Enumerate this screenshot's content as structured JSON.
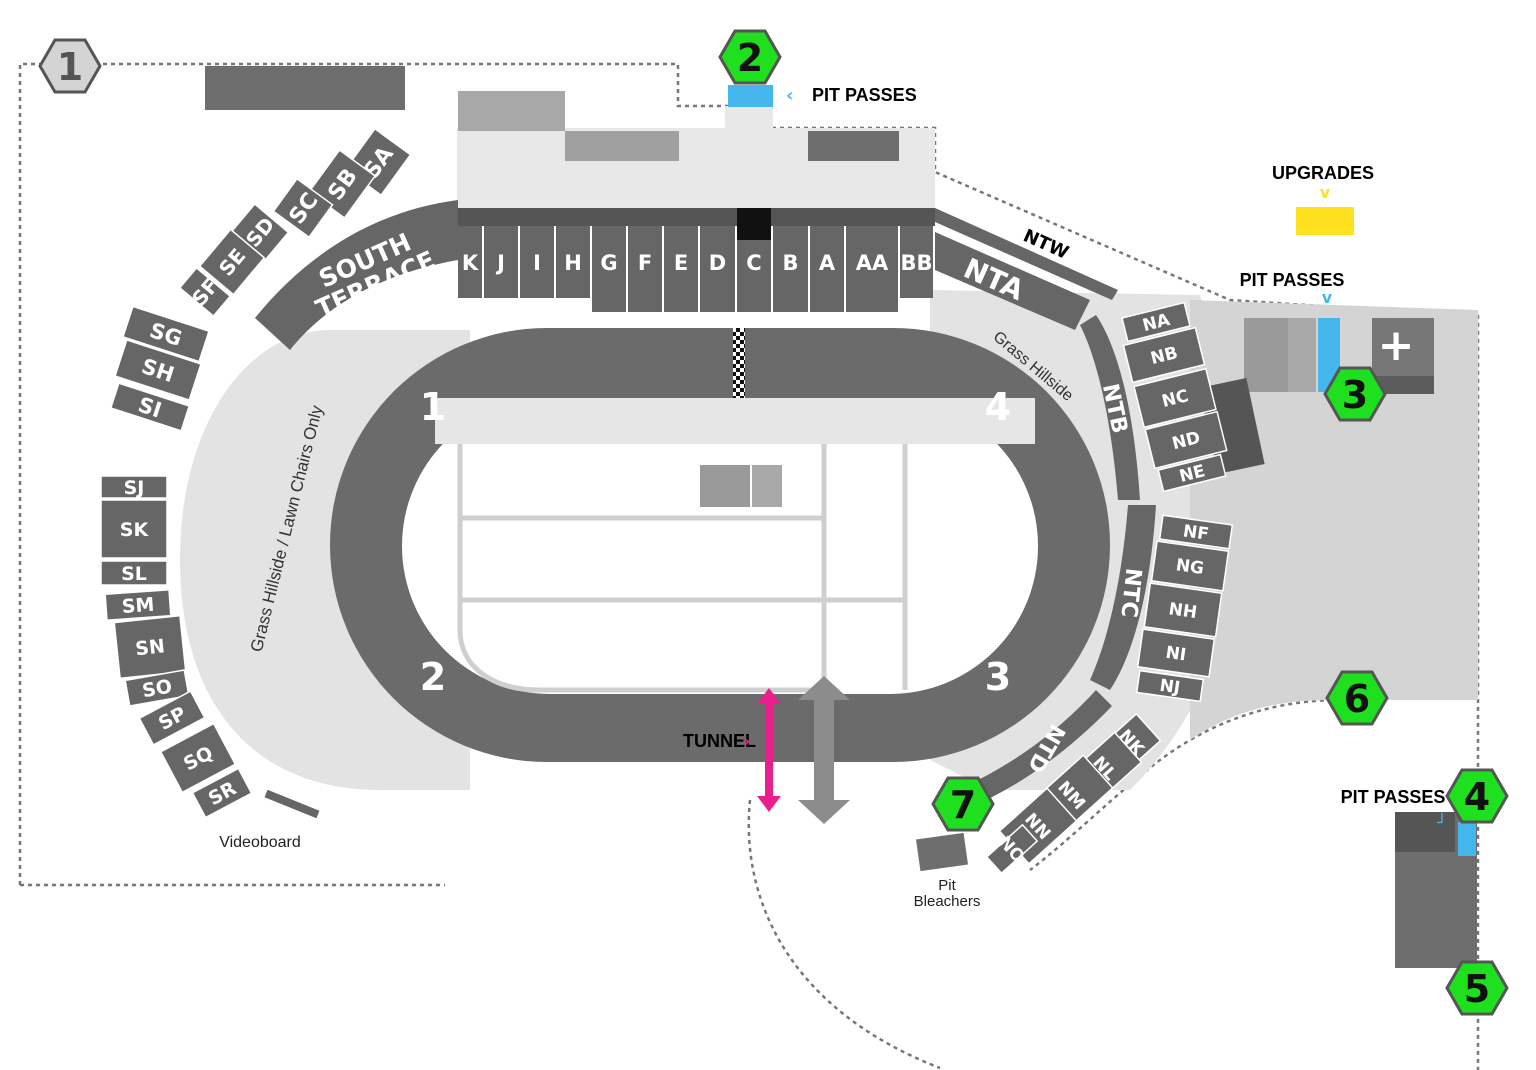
{
  "map": {
    "gates": [
      {
        "id": "gate-1",
        "label": "1",
        "style": "gray"
      },
      {
        "id": "gate-2",
        "label": "2",
        "style": "green"
      },
      {
        "id": "gate-3",
        "label": "3",
        "style": "green"
      },
      {
        "id": "gate-4",
        "label": "4",
        "style": "green"
      },
      {
        "id": "gate-5",
        "label": "5",
        "style": "green"
      },
      {
        "id": "gate-6",
        "label": "6",
        "style": "green"
      },
      {
        "id": "gate-7",
        "label": "7",
        "style": "green"
      }
    ],
    "turns": [
      "1",
      "2",
      "3",
      "4"
    ],
    "grandstand_sections": [
      "K",
      "J",
      "I",
      "H",
      "G",
      "F",
      "E",
      "D",
      "C",
      "B",
      "A",
      "AA",
      "BB"
    ],
    "south_terrace": {
      "line1": "SOUTH",
      "line2": "TERRACE"
    },
    "south_upper": [
      "SA",
      "SB",
      "SC"
    ],
    "south_mid": [
      "SD",
      "SE",
      "SF"
    ],
    "south_left": [
      "SG",
      "SH",
      "SI"
    ],
    "south_lower": [
      "SJ",
      "SK",
      "SL",
      "SM",
      "SN",
      "SO"
    ],
    "south_turn2": [
      "SP",
      "SQ",
      "SR"
    ],
    "north_terrace": [
      "NTW",
      "NTA",
      "NTB",
      "NTC",
      "NTD"
    ],
    "north_upper": [
      "NA",
      "NB",
      "NC",
      "ND",
      "NE"
    ],
    "north_mid": [
      "NF",
      "NG",
      "NH",
      "NI",
      "NJ"
    ],
    "north_lower": [
      "NK",
      "NL",
      "NM",
      "NN",
      "NO"
    ],
    "labels": {
      "pit_passes": "PIT PASSES",
      "upgrades": "UPGRADES",
      "tunnel": "TUNNEL",
      "grass_hillside": "Grass Hillside",
      "grass_lawn": "Grass Hillside / Lawn Chairs Only",
      "videoboard": "Videoboard",
      "pit_bleachers_1": "Pit",
      "pit_bleachers_2": "Bleachers",
      "first_aid": "+"
    },
    "colors": {
      "gate_green": "#1ee01e",
      "gate_gray": "#d4d4d4",
      "pit_pass_blue": "#46b7ec",
      "upgrade_yellow": "#ffe11f",
      "tunnel_pink": "#ec1e8c",
      "section_gray": "#666666",
      "track_gray": "#6b6b6b"
    }
  }
}
